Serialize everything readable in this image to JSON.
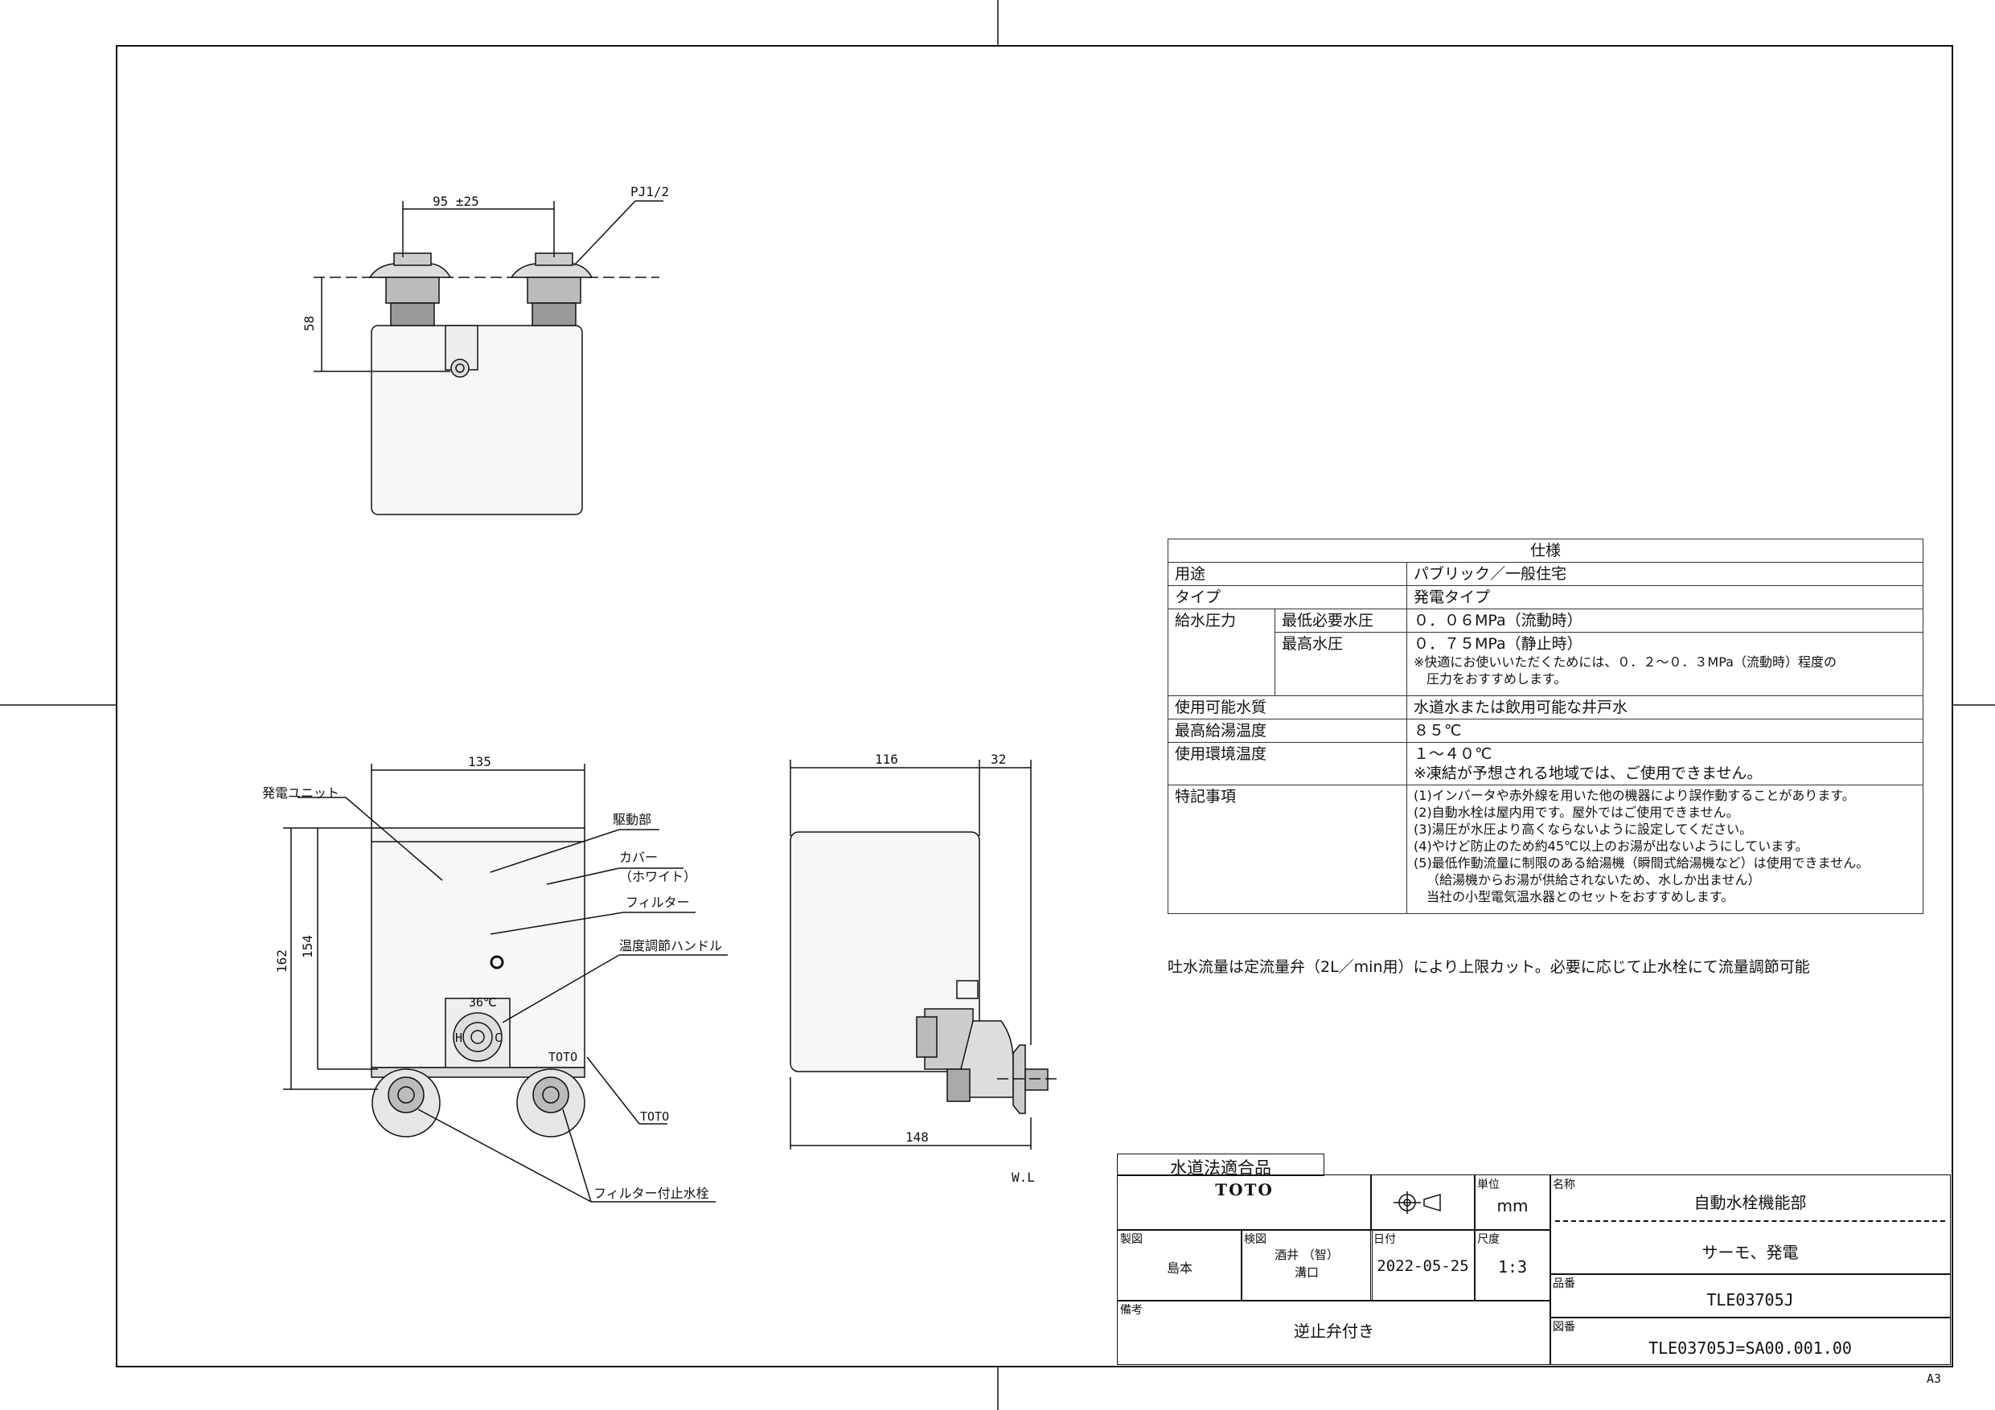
{
  "spec": {
    "title": "仕様",
    "rows": {
      "use_label": "用途",
      "use_value": "パブリック／一般住宅",
      "type_label": "タイプ",
      "type_value": "発電タイプ",
      "pressure_label": "給水圧力",
      "min_label": "最低必要水圧",
      "min_value": "０．０６MPa（流動時）",
      "max_label": "最高水圧",
      "max_value": "０．７５MPa（静止時）",
      "pressure_note_1": "※快適にお使いいただくためには、０．２〜０．３MPa（流動時）程度の",
      "pressure_note_2": "圧力をおすすめします。",
      "quality_label": "使用可能水質",
      "quality_value": "水道水または飲用可能な井戸水",
      "hot_label": "最高給湯温度",
      "hot_value": "８５℃",
      "env_label": "使用環境温度",
      "env_value": "１〜４０℃",
      "env_note": "※凍結が予想される地域では、ご使用できません。",
      "notes_label": "特記事項",
      "notes": [
        "(1)インバータや赤外線を用いた他の機器により誤作動することがあります。",
        "(2)自動水栓は屋内用です。屋外ではご使用できません。",
        "(3)湯圧が水圧より高くならないように設定してください。",
        "(4)やけど防止のため約45℃以上のお湯が出ないようにしています。",
        "(5)最低作動流量に制限のある給湯機（瞬間式給湯機など）は使用できません。",
        "（給湯機からお湯が供給されないため、水しか出ません）",
        "当社の小型電気温水器とのセットをおすすめします。"
      ]
    },
    "flow_note": "吐水流量は定流量弁（2L／min用）により上限カット。必要に応じて止水栓にて流量調節可能"
  },
  "title_block": {
    "certified": "水道法適合品",
    "logo": "TOTO",
    "unit_caption": "単位",
    "unit": "mm",
    "name_caption": "名称",
    "name": "自動水栓機能部",
    "subname": "サーモ、発電",
    "drawn_caption": "製図",
    "drawn": "島本",
    "checked_caption": "検図",
    "checked_1": "酒井 （智）",
    "checked_2": "溝口",
    "date_caption": "日付",
    "date": "2022-05-25",
    "scale_caption": "尺度",
    "scale": "1:3",
    "part_caption": "品番",
    "part": "TLE03705J",
    "remarks_caption": "備考",
    "remarks": "逆止弁付き",
    "drawing_caption": "図番",
    "drawing_no": "TLE03705J=SA00.001.00"
  },
  "labels": {
    "pj": "PJ1/2",
    "dim_top": "95 ±25",
    "dim_58": "58",
    "dim_135": "135",
    "dim_162": "162",
    "dim_154": "154",
    "dim_116": "116",
    "dim_32": "32",
    "dim_148": "148",
    "wl": "W.L",
    "gen_unit": "発電ユニット",
    "drive": "駆動部",
    "cover_1": "カバー",
    "cover_2": "（ホワイト）",
    "filter": "フィルター",
    "temp_handle": "温度調節ハンドル",
    "toto": "TOTO",
    "stop_valve": "フィルター付止水栓",
    "temp_mark": "36℃",
    "h": "H",
    "c": "C",
    "brand_small": "TOTO"
  },
  "sheet": {
    "size": "A3"
  }
}
